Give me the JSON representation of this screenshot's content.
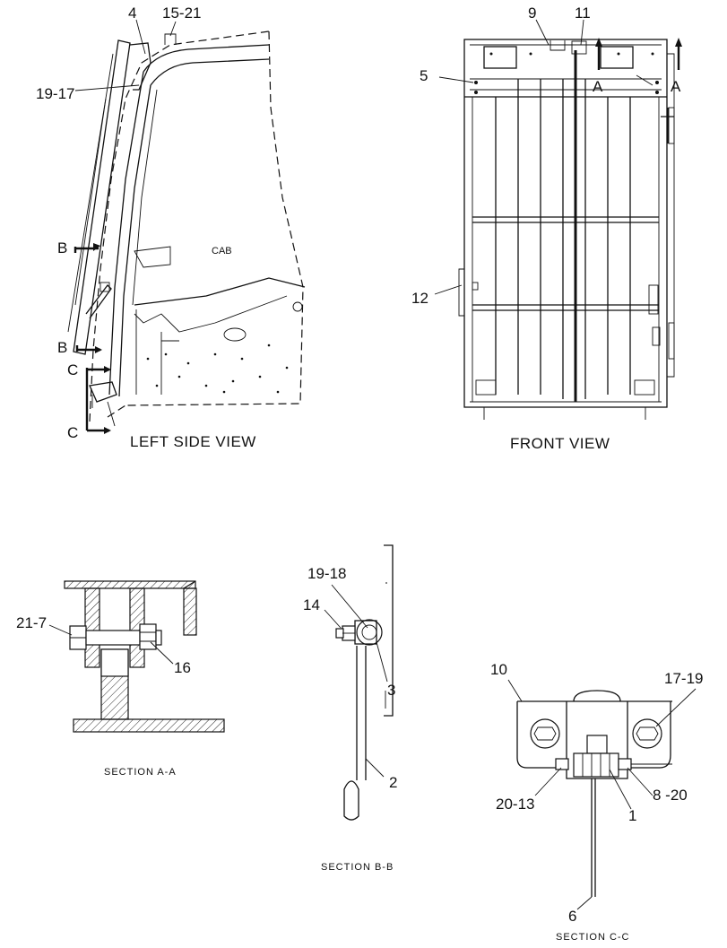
{
  "views": {
    "left_side": {
      "title": "LEFT SIDE VIEW",
      "cab_label": "CAB"
    },
    "front": {
      "title": "FRONT VIEW"
    },
    "section_aa": {
      "title": "SECTION  A-A"
    },
    "section_bb": {
      "title": "SECTION  B-B"
    },
    "section_cc": {
      "title": "SECTION  C-C"
    }
  },
  "callouts": {
    "left_side": [
      "4",
      "15-21",
      "19-17"
    ],
    "front": [
      "9",
      "11",
      "5",
      "12"
    ],
    "section_aa": [
      "21-7",
      "16"
    ],
    "section_bb": [
      "19-18",
      "14",
      "3",
      "2"
    ],
    "section_cc": [
      "10",
      "17-19",
      "20-13",
      "8 -20",
      "1",
      "6"
    ]
  },
  "section_markers": [
    "B",
    "B",
    "C",
    "C",
    "A",
    "A"
  ]
}
